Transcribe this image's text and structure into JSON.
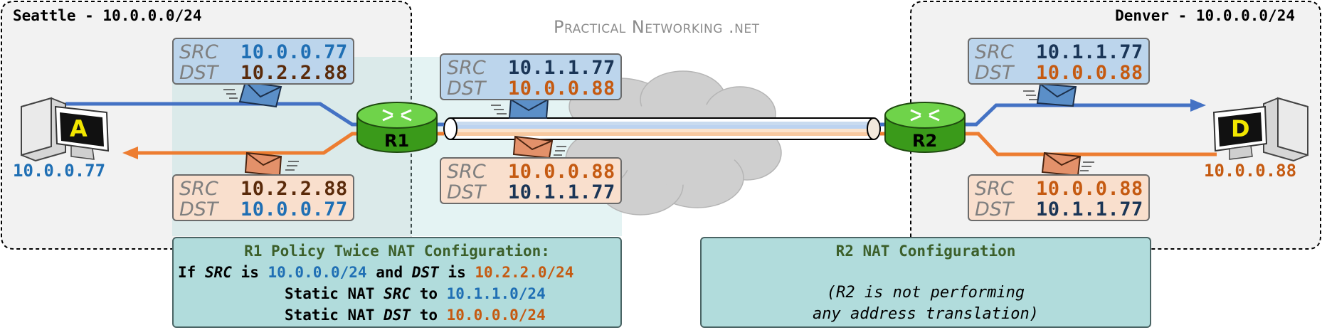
{
  "brand": {
    "watermark": "Practical Networking .net"
  },
  "sites": {
    "seattle": {
      "label": "Seattle - 10.0.0.0/24"
    },
    "denver": {
      "label": "Denver - 10.0.0.0/24"
    }
  },
  "hosts": {
    "a": {
      "letter": "A",
      "ip": "10.0.0.77"
    },
    "d": {
      "letter": "D",
      "ip": "10.0.0.88"
    }
  },
  "routers": {
    "r1": "R1",
    "r2": "R2"
  },
  "packets": {
    "seattle_out": {
      "src_key": "SRC",
      "src": "10.0.0.77",
      "dst_key": "DST",
      "dst": "10.2.2.88"
    },
    "seattle_in": {
      "src_key": "SRC",
      "src": "10.2.2.88",
      "dst_key": "DST",
      "dst": "10.0.0.77"
    },
    "wan_out": {
      "src_key": "SRC",
      "src": "10.1.1.77",
      "dst_key": "DST",
      "dst": "10.0.0.88"
    },
    "wan_in": {
      "src_key": "SRC",
      "src": "10.0.0.88",
      "dst_key": "DST",
      "dst": "10.1.1.77"
    },
    "denver_in": {
      "src_key": "SRC",
      "src": "10.1.1.77",
      "dst_key": "DST",
      "dst": "10.0.0.88"
    },
    "denver_out": {
      "src_key": "SRC",
      "src": "10.0.0.88",
      "dst_key": "DST",
      "dst": "10.1.1.77"
    }
  },
  "r1_config": {
    "title": "R1 Policy Twice NAT Configuration:",
    "cond_if": "If",
    "cond_src": "SRC",
    "cond_is1": "is",
    "cond_src_net": "10.0.0.0/24",
    "cond_and": "and",
    "cond_dst": "DST",
    "cond_is2": "is",
    "cond_dst_net": "10.2.2.0/24",
    "action1_pre": "Static NAT",
    "action1_key": "SRC",
    "action1_to": "to",
    "action1_net": "10.1.1.0/24",
    "action2_pre": "Static NAT",
    "action2_key": "DST",
    "action2_to": "to",
    "action2_net": "10.0.0.0/24"
  },
  "r2_config": {
    "title": "R2 NAT Configuration",
    "line1": "(R2 is not performing",
    "line2": "any address translation)"
  },
  "colors": {
    "blue": "#1f6fb4",
    "orange": "#c55a11",
    "brown": "#5a2a0a",
    "navy": "#1a3556",
    "green": "#548235",
    "line_blue": "#4472c4",
    "line_orange": "#ed7d31"
  }
}
